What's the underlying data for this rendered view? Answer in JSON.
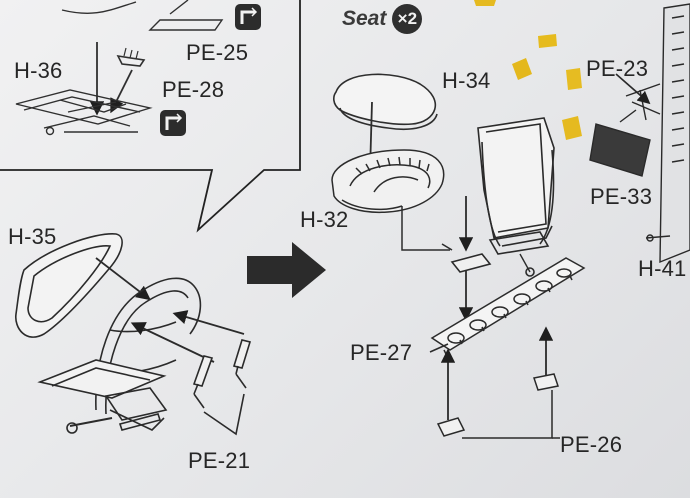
{
  "header": {
    "title": "Seat",
    "quantity": "×2"
  },
  "labels": {
    "h36": "H-36",
    "pe25": "PE-25",
    "pe28": "PE-28",
    "h34": "H-34",
    "pe23": "PE-23",
    "h32": "H-32",
    "pe33": "PE-33",
    "h35": "H-35",
    "h41": "H-41",
    "pe27": "PE-27",
    "pe21": "PE-21",
    "pe26": "PE-26"
  },
  "icons": {
    "photo_etch_icon_1": "photo-etch-bend-icon",
    "photo_etch_icon_2": "photo-etch-bend-icon",
    "step_arrow": "step-arrow-icon"
  },
  "colors": {
    "paper": "#eceded",
    "ink": "#262626",
    "highlight_parts": "#e3b91f",
    "badge": "#2f2f2f"
  }
}
